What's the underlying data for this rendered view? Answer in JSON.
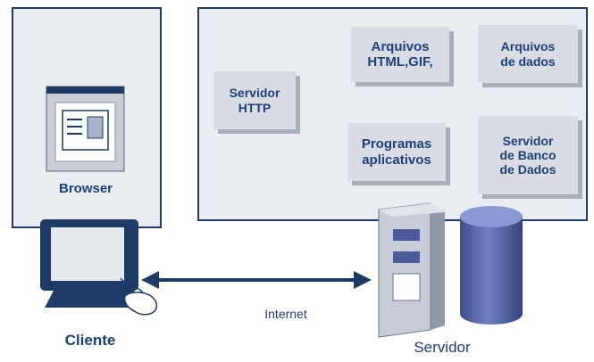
{
  "client_panel": {
    "browser_label": "Browser"
  },
  "server_panel": {
    "servidor_http": "Servidor HTTP",
    "arquivos_html": "Arquivos HTML,GIF,",
    "arquivos_dados": "Arquivos de dados",
    "programas_aplicativos": "Programas aplicativos",
    "servidor_banco": "Servidor de Banco de Dados"
  },
  "network": {
    "cliente_label": "Cliente",
    "internet_label": "Internet",
    "servidor_label": "Servidor"
  },
  "colors": {
    "navy": "#1e3a66",
    "text": "#1d3f78",
    "panel": "#e9edf2",
    "box": "#d9dde3"
  }
}
